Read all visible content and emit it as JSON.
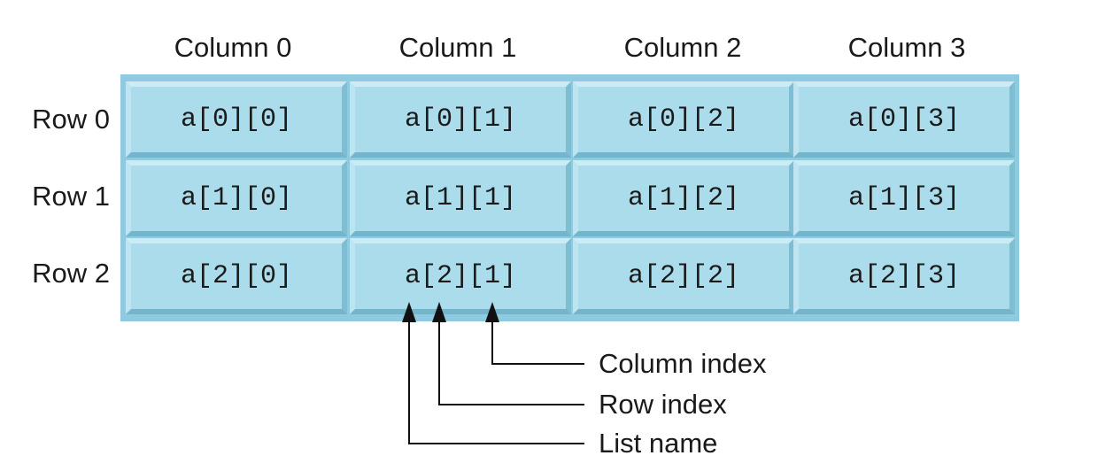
{
  "columns": [
    "Column 0",
    "Column 1",
    "Column 2",
    "Column 3"
  ],
  "rows": [
    "Row 0",
    "Row 1",
    "Row 2"
  ],
  "cells": [
    [
      "a[0][0]",
      "a[0][1]",
      "a[0][2]",
      "a[0][3]"
    ],
    [
      "a[1][0]",
      "a[1][1]",
      "a[1][2]",
      "a[1][3]"
    ],
    [
      "a[2][0]",
      "a[2][1]",
      "a[2][2]",
      "a[2][3]"
    ]
  ],
  "callouts": {
    "column_index": "Column index",
    "row_index": "Row index",
    "list_name": "List name"
  },
  "colors": {
    "cell_fill": "#aadcec",
    "frame": "#8ecbe0"
  }
}
